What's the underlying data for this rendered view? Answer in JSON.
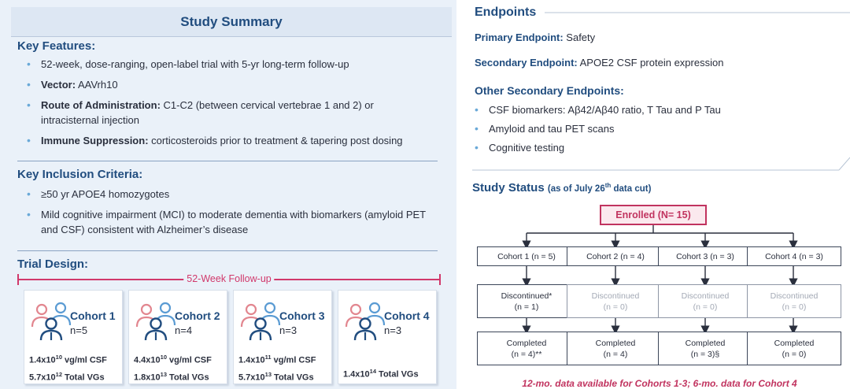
{
  "summary": {
    "title": "Study Summary",
    "key_features": {
      "heading": "Key Features:",
      "items": [
        {
          "bold": "",
          "text": "52-week, dose-ranging, open-label trial with 5-yr long-term follow-up"
        },
        {
          "bold": "Vector:",
          "text": " AAVrh10"
        },
        {
          "bold": "Route of Administration:",
          "text": " C1-C2 (between cervical vertebrae 1 and 2) or intracisternal injection"
        },
        {
          "bold": "Immune Suppression:",
          "text": " corticosteroids prior to treatment & tapering post dosing"
        }
      ]
    },
    "inclusion": {
      "heading": "Key Inclusion Criteria:",
      "items": [
        "≥50 yr APOE4 homozygotes",
        "Mild cognitive impairment (MCI) to moderate dementia with biomarkers (amyloid PET and CSF) consistent with Alzheimer’s disease"
      ]
    },
    "trial_design": {
      "heading": "Trial Design:",
      "followup_label": "52-Week Follow-up",
      "cohorts": [
        {
          "name": "Cohort 1",
          "n": "n=5",
          "csf_base": "1.4x10",
          "csf_exp": "10",
          "csf_unit": " vg/ml CSF",
          "vg_base": "5.7x10",
          "vg_exp": "12",
          "vg_unit": " Total VGs"
        },
        {
          "name": "Cohort 2",
          "n": "n=4",
          "csf_base": "4.4x10",
          "csf_exp": "10",
          "csf_unit": " vg/ml CSF",
          "vg_base": "1.8x10",
          "vg_exp": "13",
          "vg_unit": " Total VGs"
        },
        {
          "name": "Cohort 3",
          "n": "n=3",
          "csf_base": "1.4x10",
          "csf_exp": "11",
          "csf_unit": " vg/ml CSF",
          "vg_base": "5.7x10",
          "vg_exp": "13",
          "vg_unit": " Total VGs"
        },
        {
          "name": "Cohort 4",
          "n": "n=3",
          "csf_base": "",
          "csf_exp": "",
          "csf_unit": "",
          "vg_base": "1.4x10",
          "vg_exp": "14",
          "vg_unit": " Total VGs"
        }
      ]
    }
  },
  "endpoints": {
    "heading": "Endpoints",
    "primary_label": "Primary Endpoint:",
    "primary_value": " Safety",
    "secondary_label": "Secondary Endpoint:",
    "secondary_value": " APOE2 CSF protein expression",
    "other_heading": "Other Secondary Endpoints:",
    "other_items": [
      "CSF biomarkers: Aβ42/Aβ40 ratio, T Tau and P Tau",
      "Amyloid and tau PET scans",
      "Cognitive testing"
    ]
  },
  "status": {
    "title": "Study Status",
    "subtitle_pre": "(as of July 26",
    "subtitle_sup": "th",
    "subtitle_post": " data cut)",
    "enrolled": "Enrolled (N= 15)",
    "cohorts": [
      {
        "label": "Cohort 1 (n = 5)",
        "disc_1": "Discontinued*",
        "disc_2": "(n = 1)",
        "disc_grey": false,
        "comp_1": "Completed",
        "comp_2": "(n = 4)**"
      },
      {
        "label": "Cohort 2 (n = 4)",
        "disc_1": "Discontinued",
        "disc_2": "(n = 0)",
        "disc_grey": true,
        "comp_1": "Completed",
        "comp_2": "(n = 4)"
      },
      {
        "label": "Cohort 3 (n = 3)",
        "disc_1": "Discontinued",
        "disc_2": "(n = 0)",
        "disc_grey": true,
        "comp_1": "Completed",
        "comp_2": "(n = 3)§"
      },
      {
        "label": "Cohort 4 (n = 3)",
        "disc_1": "Discontinued",
        "disc_2": "(n = 0)",
        "disc_grey": true,
        "comp_1": "Completed",
        "comp_2": "(n = 0)"
      }
    ],
    "footnote": "12-mo. data available for Cohorts 1-3; 6-mo. data for Cohort 4"
  },
  "colors": {
    "navy": "#214d7f",
    "magenta": "#c1335f",
    "pink_icon": "#e2868f",
    "blue_icon": "#5a9bd3"
  }
}
